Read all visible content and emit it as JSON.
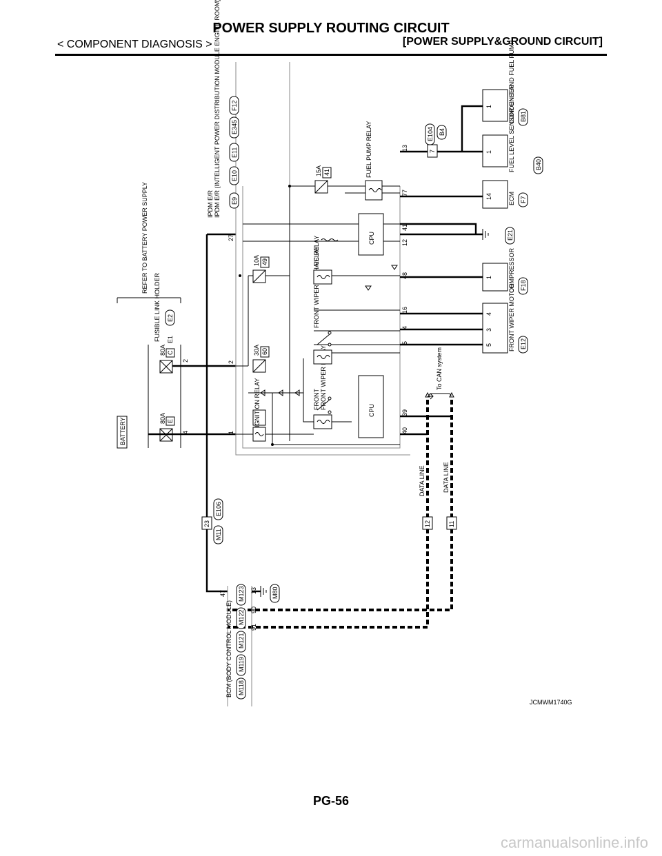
{
  "header": {
    "title": "POWER SUPPLY ROUTING CIRCUIT",
    "section": "< COMPONENT DIAGNOSIS >",
    "category": "[POWER SUPPLY&GROUND CIRCUIT]"
  },
  "footer": {
    "page_number": "PG-56",
    "watermark": "carmanualsonline.info"
  },
  "diagram": {
    "figure_code": "JCMWM1740G",
    "battery": "BATTERY",
    "refer_note": "REFER TO BATTERY POWER SUPPLY",
    "fusible_link_holder": {
      "name": "FUSIBLE LINK HOLDER",
      "connectors": [
        "E1",
        "E2"
      ],
      "fuse_e": {
        "rating": "80A",
        "letter": "E",
        "pin": "4"
      },
      "fuse_c": {
        "rating": "80A",
        "letter": "C",
        "pin": "2"
      }
    },
    "ipdm": {
      "name": "IPDM E/R (INTELLIGENT POWER DISTRIBUTION MODULE ENGINE ROOM)",
      "connectors": [
        "E9",
        "E10",
        "E11",
        "E345",
        "F12"
      ],
      "fuse_30a": {
        "rating": "30A",
        "number": "60"
      },
      "fuse_10a": {
        "rating": "10A",
        "number": "49"
      },
      "fuse_15a": {
        "rating": "15A",
        "number": "41"
      },
      "ignition_relay": "IGNITION RELAY",
      "front_wiper_relay": "FRONT WIPER RELAY",
      "front_wiper_high_relay": "FRONT WIPER HIGH RELAY",
      "ac_relay": "A/C RELAY",
      "fuel_pump_relay": "FUEL PUMP RELAY",
      "cpu_label": "CPU",
      "top_pins": {
        "p1": "1",
        "p2": "2",
        "p27": "27"
      },
      "bottom_pins": [
        "40",
        "39",
        "5",
        "4",
        "16",
        "48",
        "12",
        "41",
        "77",
        "13"
      ]
    },
    "can": {
      "to_can": "To CAN system",
      "data_line": "DATA LINE"
    },
    "bcm": {
      "name": "BCM (BODY CONTROL MODULE)",
      "connectors": [
        "M118",
        "M119",
        "M121",
        "M122",
        "M123"
      ],
      "pins": {
        "p47": "47",
        "p91": "91",
        "p90": "90",
        "p13": "13"
      }
    },
    "joint": {
      "pin_23": "23",
      "connectors": [
        "E106",
        "M11"
      ],
      "data_pin_12": "12",
      "data_pin_11": "11"
    },
    "ground_m80": "M80",
    "ground_e21": "E21",
    "loads": {
      "wiper_motor": {
        "name": "FRONT WIPER MOTOR",
        "connector": "E12",
        "pins": [
          "5",
          "3",
          "4"
        ]
      },
      "compressor": {
        "name": "COMPRESSOR",
        "connector": "F18",
        "pin": "1"
      },
      "ecm": {
        "name": "ECM",
        "connector": "F7",
        "pin": "14"
      },
      "fuel_level": {
        "name": "FUEL LEVEL SENSOR UNIT AND FUEL PUMP",
        "connector": "B40",
        "pin": "1"
      },
      "condenser": {
        "name": "CONDENSER",
        "connector": "B81",
        "pin": "1"
      },
      "inline_connectors": {
        "top": "E104",
        "bottom": "B4",
        "pin": "7"
      }
    }
  }
}
